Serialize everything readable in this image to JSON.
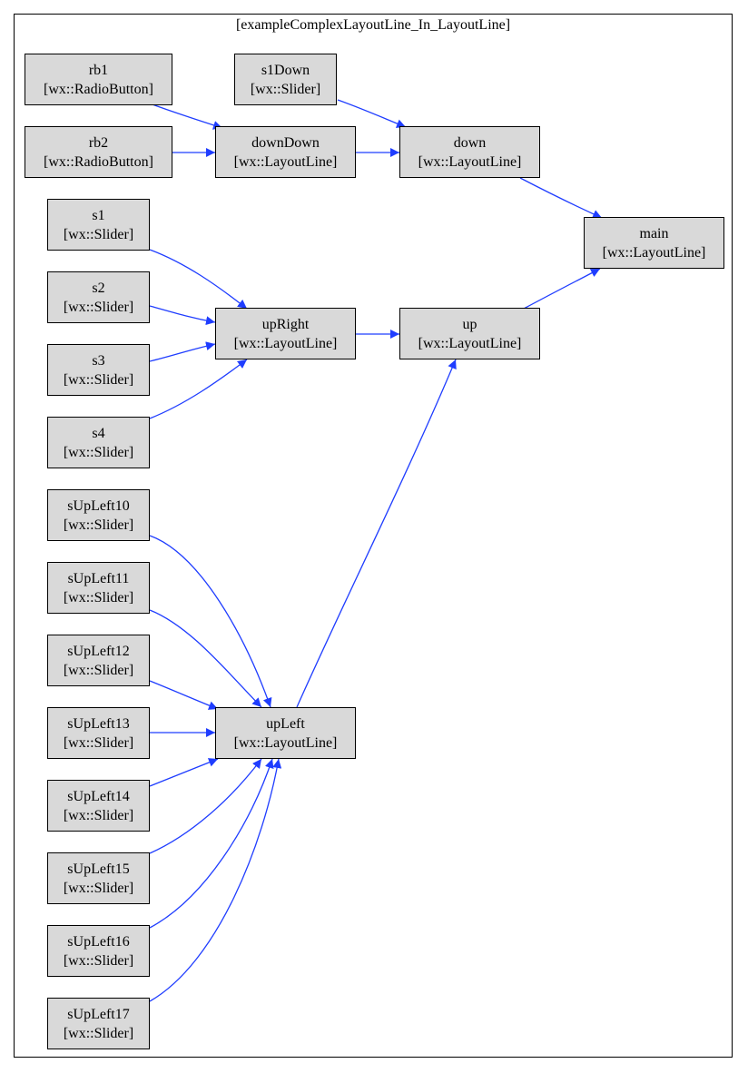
{
  "cluster": {
    "title": "[exampleComplexLayoutLine_In_LayoutLine]"
  },
  "colors": {
    "node_fill": "#d9d9d9",
    "edge": "#1f3dff",
    "border": "#000000"
  },
  "nodes": [
    {
      "id": "rb1",
      "name": "rb1",
      "type": "[wx::RadioButton]"
    },
    {
      "id": "s1Down",
      "name": "s1Down",
      "type": "[wx::Slider]"
    },
    {
      "id": "rb2",
      "name": "rb2",
      "type": "[wx::RadioButton]"
    },
    {
      "id": "downDown",
      "name": "downDown",
      "type": "[wx::LayoutLine]"
    },
    {
      "id": "down",
      "name": "down",
      "type": "[wx::LayoutLine]"
    },
    {
      "id": "main",
      "name": "main",
      "type": "[wx::LayoutLine]"
    },
    {
      "id": "s1",
      "name": "s1",
      "type": "[wx::Slider]"
    },
    {
      "id": "s2",
      "name": "s2",
      "type": "[wx::Slider]"
    },
    {
      "id": "upRight",
      "name": "upRight",
      "type": "[wx::LayoutLine]"
    },
    {
      "id": "up",
      "name": "up",
      "type": "[wx::LayoutLine]"
    },
    {
      "id": "s3",
      "name": "s3",
      "type": "[wx::Slider]"
    },
    {
      "id": "s4",
      "name": "s4",
      "type": "[wx::Slider]"
    },
    {
      "id": "sUpLeft10",
      "name": "sUpLeft10",
      "type": "[wx::Slider]"
    },
    {
      "id": "sUpLeft11",
      "name": "sUpLeft11",
      "type": "[wx::Slider]"
    },
    {
      "id": "sUpLeft12",
      "name": "sUpLeft12",
      "type": "[wx::Slider]"
    },
    {
      "id": "upLeft",
      "name": "upLeft",
      "type": "[wx::LayoutLine]"
    },
    {
      "id": "sUpLeft13",
      "name": "sUpLeft13",
      "type": "[wx::Slider]"
    },
    {
      "id": "sUpLeft14",
      "name": "sUpLeft14",
      "type": "[wx::Slider]"
    },
    {
      "id": "sUpLeft15",
      "name": "sUpLeft15",
      "type": "[wx::Slider]"
    },
    {
      "id": "sUpLeft16",
      "name": "sUpLeft16",
      "type": "[wx::Slider]"
    },
    {
      "id": "sUpLeft17",
      "name": "sUpLeft17",
      "type": "[wx::Slider]"
    }
  ],
  "edges": [
    {
      "from": "rb1",
      "to": "downDown"
    },
    {
      "from": "rb2",
      "to": "downDown"
    },
    {
      "from": "downDown",
      "to": "down"
    },
    {
      "from": "s1Down",
      "to": "down"
    },
    {
      "from": "down",
      "to": "main"
    },
    {
      "from": "s1",
      "to": "upRight"
    },
    {
      "from": "s2",
      "to": "upRight"
    },
    {
      "from": "s3",
      "to": "upRight"
    },
    {
      "from": "s4",
      "to": "upRight"
    },
    {
      "from": "upRight",
      "to": "up"
    },
    {
      "from": "up",
      "to": "main"
    },
    {
      "from": "upLeft",
      "to": "up"
    },
    {
      "from": "sUpLeft10",
      "to": "upLeft"
    },
    {
      "from": "sUpLeft11",
      "to": "upLeft"
    },
    {
      "from": "sUpLeft12",
      "to": "upLeft"
    },
    {
      "from": "sUpLeft13",
      "to": "upLeft"
    },
    {
      "from": "sUpLeft14",
      "to": "upLeft"
    },
    {
      "from": "sUpLeft15",
      "to": "upLeft"
    },
    {
      "from": "sUpLeft16",
      "to": "upLeft"
    },
    {
      "from": "sUpLeft17",
      "to": "upLeft"
    }
  ]
}
